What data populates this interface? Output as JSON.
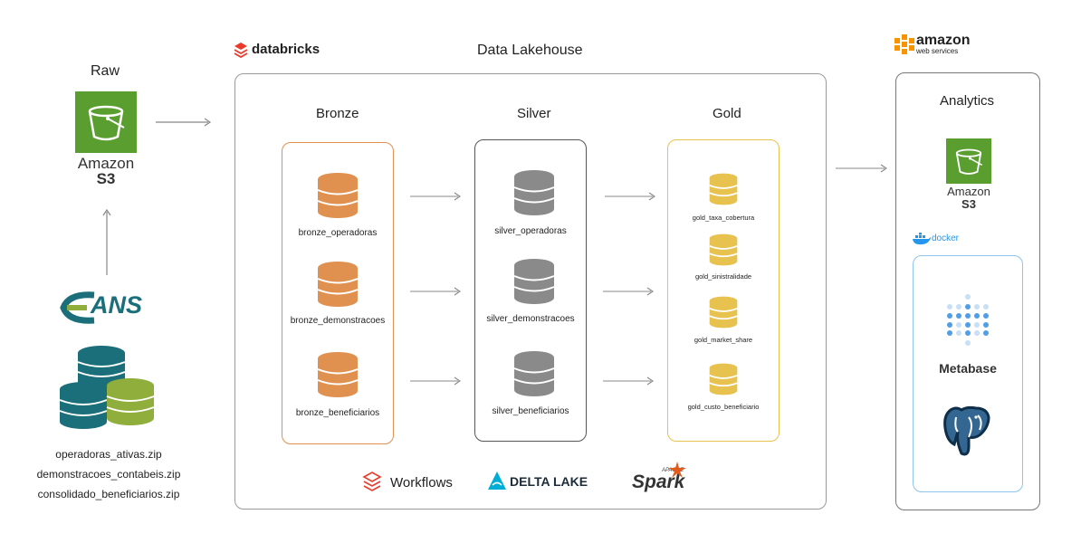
{
  "raw": {
    "title": "Raw",
    "s3_label_1": "Amazon",
    "s3_label_2": "S3",
    "source_logo": "ANS",
    "files": [
      "operadoras_ativas.zip",
      "demonstracoes_contabeis.zip",
      "consolidado_beneficiarios.zip"
    ]
  },
  "lakehouse": {
    "vendor": "databricks",
    "title": "Data Lakehouse",
    "layers": {
      "bronze": {
        "title": "Bronze",
        "tables": [
          "bronze_operadoras",
          "bronze_demonstracoes",
          "bronze_beneficiarios"
        ]
      },
      "silver": {
        "title": "Silver",
        "tables": [
          "silver_operadoras",
          "silver_demonstracoes",
          "silver_beneficiarios"
        ]
      },
      "gold": {
        "title": "Gold",
        "tables": [
          "gold_taxa_cobertura",
          "gold_sinistralidade",
          "gold_market_share",
          "gold_custo_beneficiario"
        ]
      }
    },
    "tools": {
      "workflows": "Workflows",
      "delta": "DELTA LAKE",
      "spark_small": "APACHE",
      "spark": "Spark"
    }
  },
  "analytics": {
    "vendor_1": "amazon",
    "vendor_2": "web services",
    "title": "Analytics",
    "s3_label_1": "Amazon",
    "s3_label_2": "S3",
    "docker": "docker",
    "metabase": "Metabase"
  },
  "colors": {
    "bronze": "#e0914f",
    "silver": "#8a8a8a",
    "gold": "#e8c24f",
    "s3_green": "#5a9e2f",
    "ans_teal": "#1b6f7a",
    "ans_green": "#8fae3b",
    "aws_orange": "#f79400",
    "docker_blue": "#2496ed",
    "metabase_blue": "#509ee3",
    "databricks_red": "#ea3a2a"
  }
}
